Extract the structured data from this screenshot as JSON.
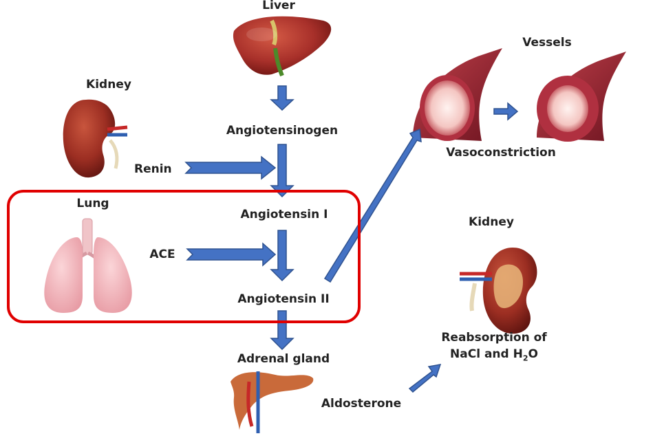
{
  "labels": {
    "liver": "Liver",
    "vessels": "Vessels",
    "kidney_top": "Kidney",
    "angiotensinogen": "Angiotensinogen",
    "renin": "Renin",
    "vasoconstriction": "Vasoconstriction",
    "lung": "Lung",
    "angiotensin1": "Angiotensin I",
    "kidney_right": "Kidney",
    "ace": "ACE",
    "angiotensin2": "Angiotensin II",
    "reabsorption_line1": "Reabsorption of",
    "reabsorption_line2_pre": "NaCl and H",
    "reabsorption_line2_sub": "2",
    "reabsorption_line2_post": "O",
    "adrenal": "Adrenal gland",
    "aldosterone": "Aldosterone"
  },
  "colors": {
    "arrow_fill": "#4472c4",
    "arrow_stroke": "#2f528f",
    "highlight_box": "#e00000",
    "organ_red": "#a52a2a",
    "lung_pink": "#f2b8bd"
  },
  "icons": [
    "liver-icon",
    "kidney-icon",
    "lung-icon",
    "vessel-icon",
    "adrenal-icon"
  ]
}
